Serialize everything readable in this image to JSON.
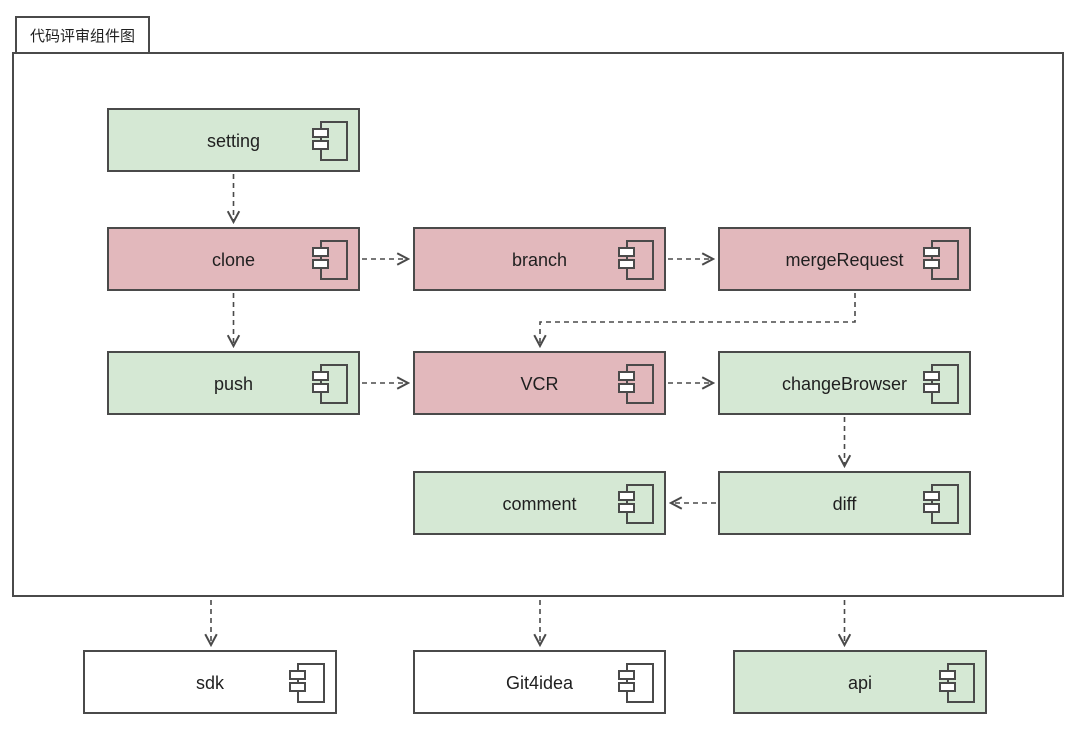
{
  "diagram": {
    "title": "代码评审组件图",
    "type": "uml-component-diagram",
    "colors": {
      "green_fill": "#d5e8d4",
      "pink_fill": "#e2b8bc",
      "white_fill": "#ffffff",
      "border": "#4a4a4a",
      "text": "#1f1f1f",
      "background": "#ffffff"
    },
    "components": [
      {
        "id": "setting",
        "label": "setting",
        "fill": "green"
      },
      {
        "id": "clone",
        "label": "clone",
        "fill": "pink"
      },
      {
        "id": "branch",
        "label": "branch",
        "fill": "pink"
      },
      {
        "id": "mergeRequest",
        "label": "mergeRequest",
        "fill": "pink"
      },
      {
        "id": "push",
        "label": "push",
        "fill": "green"
      },
      {
        "id": "VCR",
        "label": "VCR",
        "fill": "pink"
      },
      {
        "id": "changeBrowser",
        "label": "changeBrowser",
        "fill": "green"
      },
      {
        "id": "comment",
        "label": "comment",
        "fill": "green"
      },
      {
        "id": "diff",
        "label": "diff",
        "fill": "green"
      },
      {
        "id": "sdk",
        "label": "sdk",
        "fill": "white"
      },
      {
        "id": "Git4idea",
        "label": "Git4idea",
        "fill": "white"
      },
      {
        "id": "api",
        "label": "api",
        "fill": "green"
      }
    ],
    "edges": [
      {
        "from": "setting",
        "to": "clone",
        "style": "dashed-open-arrow"
      },
      {
        "from": "clone",
        "to": "branch",
        "style": "dashed-open-arrow"
      },
      {
        "from": "branch",
        "to": "mergeRequest",
        "style": "dashed-open-arrow"
      },
      {
        "from": "mergeRequest",
        "to": "VCR",
        "style": "dashed-open-arrow"
      },
      {
        "from": "clone",
        "to": "push",
        "style": "dashed-open-arrow"
      },
      {
        "from": "push",
        "to": "VCR",
        "style": "dashed-open-arrow"
      },
      {
        "from": "VCR",
        "to": "changeBrowser",
        "style": "dashed-open-arrow"
      },
      {
        "from": "changeBrowser",
        "to": "diff",
        "style": "dashed-open-arrow"
      },
      {
        "from": "diff",
        "to": "comment",
        "style": "dashed-open-arrow"
      },
      {
        "from": "frame",
        "to": "sdk",
        "style": "dashed-open-arrow"
      },
      {
        "from": "frame",
        "to": "Git4idea",
        "style": "dashed-open-arrow"
      },
      {
        "from": "frame",
        "to": "api",
        "style": "dashed-open-arrow"
      }
    ]
  }
}
